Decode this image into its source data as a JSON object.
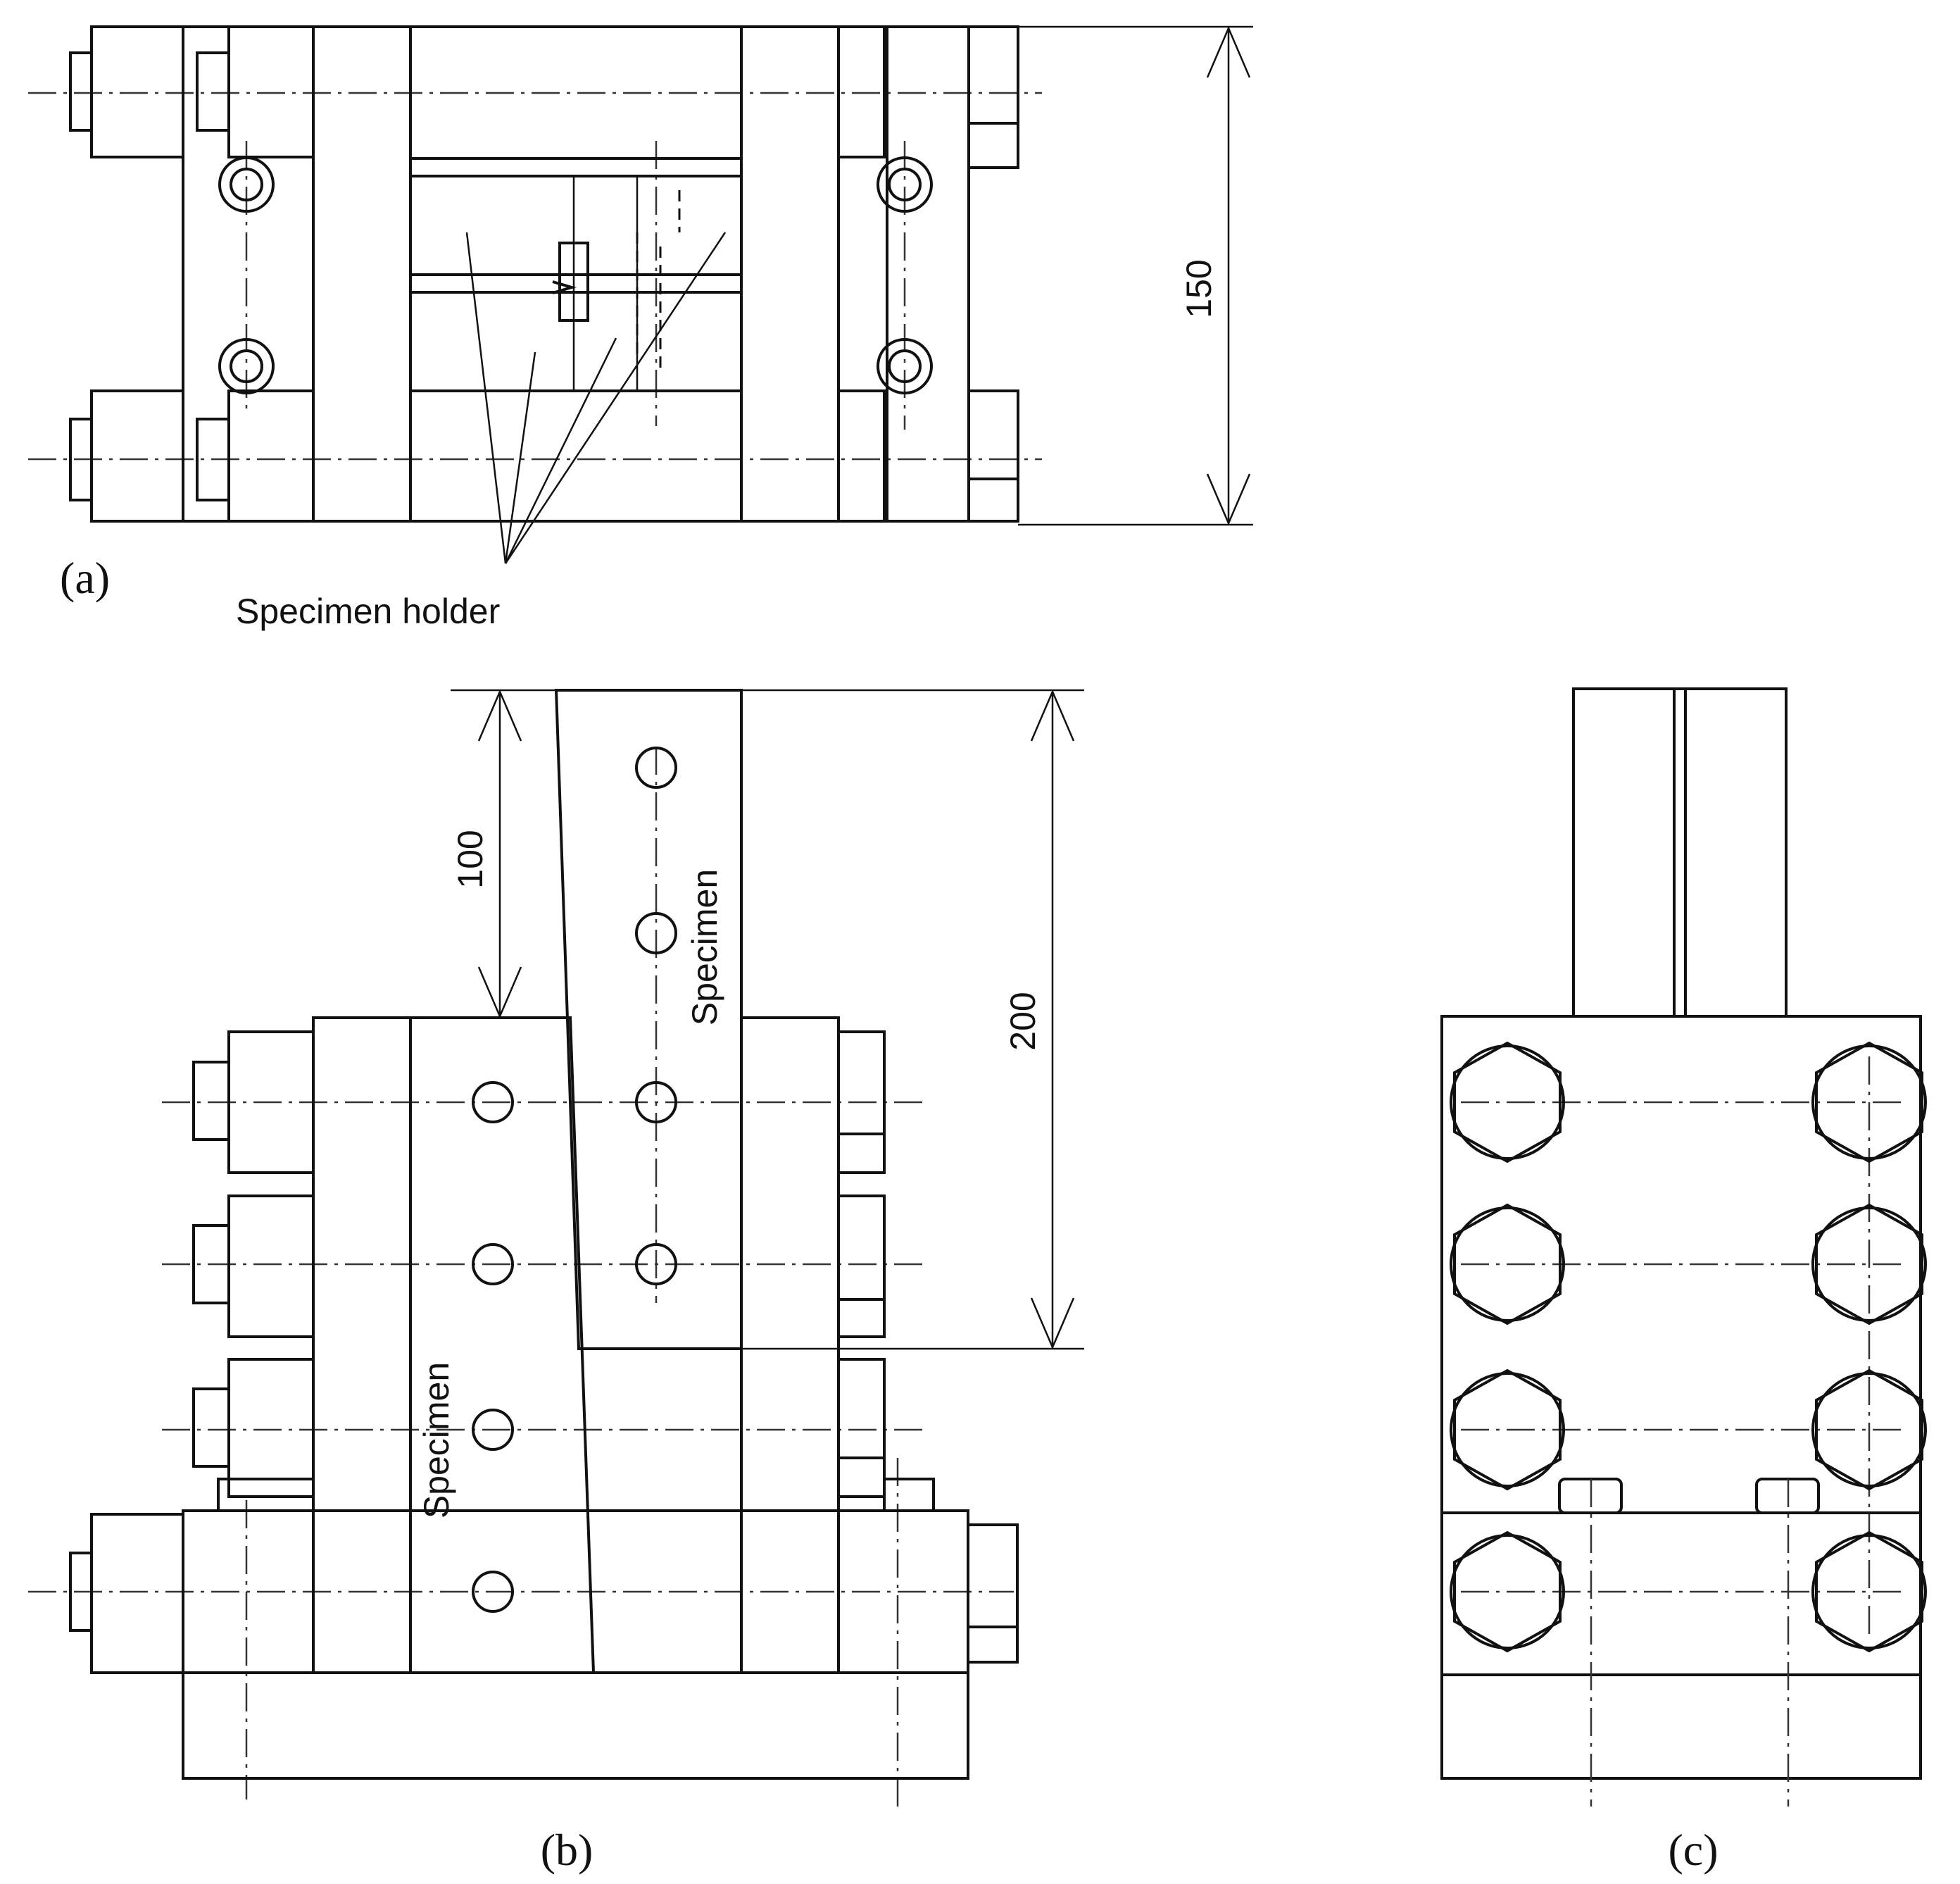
{
  "views": {
    "a": {
      "caption": "(a)"
    },
    "b": {
      "caption": "(b)"
    },
    "c": {
      "caption": "(c)"
    }
  },
  "dimensions": {
    "a_height": "150",
    "b_upper": "100",
    "b_total": "200"
  },
  "labels": {
    "specimen_holder": "Specimen holder",
    "specimen_upper": "Specimen",
    "specimen_lower": "Specimen"
  }
}
